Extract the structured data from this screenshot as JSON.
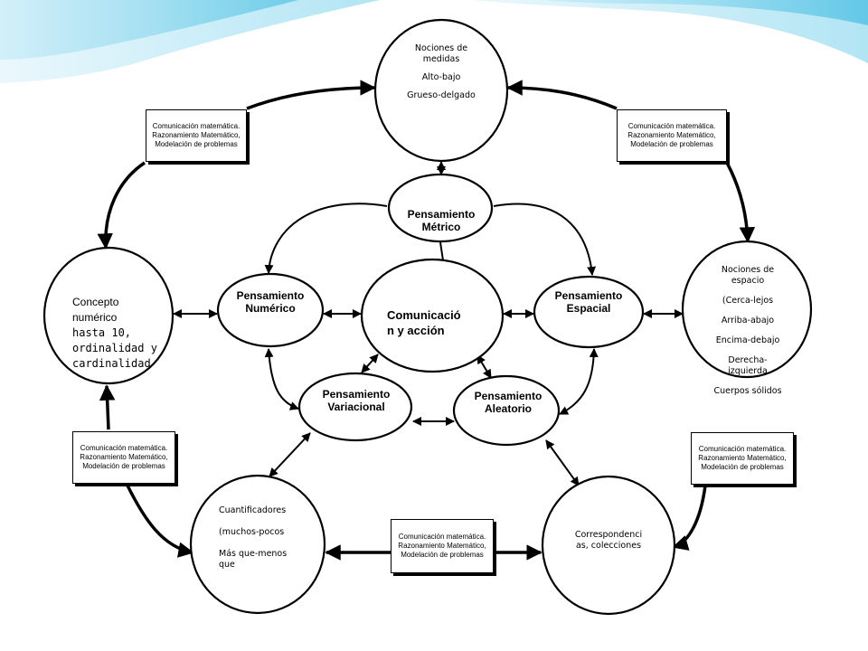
{
  "boxes": {
    "text": [
      "Comunicación matemática.",
      "Razonamiento Matemático,",
      "Modelación de problemas"
    ]
  },
  "nodes": {
    "medidas": [
      "Nociones de",
      "medidas",
      "",
      "Alto-bajo",
      "",
      "Grueso-delgado"
    ],
    "metrico": [
      "Pensamiento",
      "Métrico"
    ],
    "numerico": [
      "Pensamiento",
      "Numérico"
    ],
    "comunicacion": [
      "Comunicació",
      "n y acción"
    ],
    "espacial": [
      "Pensamiento",
      "Espacial"
    ],
    "variacional": [
      "Pensamiento",
      "Variacional"
    ],
    "aleatorio": [
      "Pensamiento",
      "Aleatorio"
    ],
    "concepto": [
      "Concepto",
      "numérico",
      "hasta 10,",
      "ordinalidad y",
      "cardinalidad"
    ],
    "espacio": [
      "Nociones de",
      "espacio",
      "",
      "(Cerca-lejos",
      "",
      "Arriba-abajo",
      "",
      "Encima-debajo",
      "",
      "Derecha-",
      "izquierda",
      "",
      "Cuerpos sólidos"
    ],
    "cuantificadores": [
      "Cuantificadores",
      "",
      "(muchos-pocos",
      "",
      "Más que-menos",
      "que"
    ],
    "correspondencias": [
      "Correspondenci",
      "as, colecciones"
    ]
  }
}
